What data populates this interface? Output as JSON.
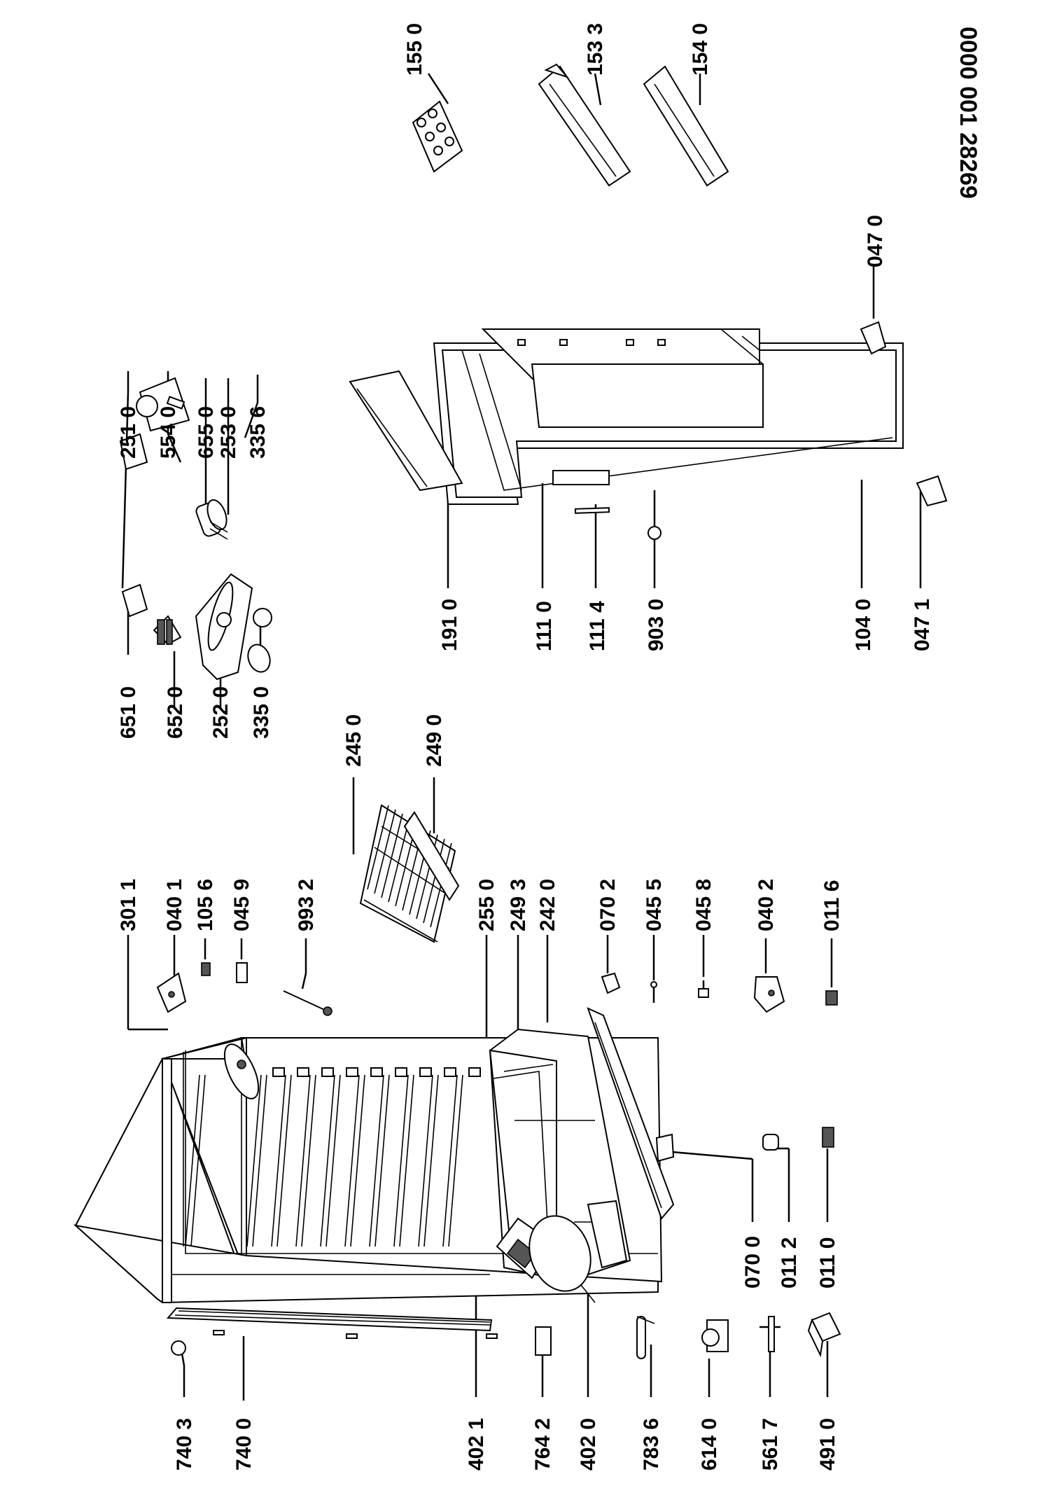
{
  "document_number": "0000 001 28269",
  "part_labels": [
    "155 0",
    "153 3",
    "154 0",
    "047 0",
    "251 0",
    "554 0",
    "655 0",
    "253 0",
    "335 6",
    "191 0",
    "111 0",
    "111 4",
    "903 0",
    "104 0",
    "047 1",
    "651 0",
    "652 0",
    "252 0",
    "335 0",
    "245 0",
    "249 0",
    "301 1",
    "040 1",
    "105 6",
    "045 9",
    "993 2",
    "255 0",
    "249 3",
    "242 0",
    "070 2",
    "045 5",
    "045 8",
    "040 2",
    "011 6",
    "070 0",
    "011 2",
    "011 0",
    "740 3",
    "740 0",
    "402 1",
    "764 2",
    "402 0",
    "783 6",
    "614 0",
    "561 7",
    "491 0"
  ]
}
